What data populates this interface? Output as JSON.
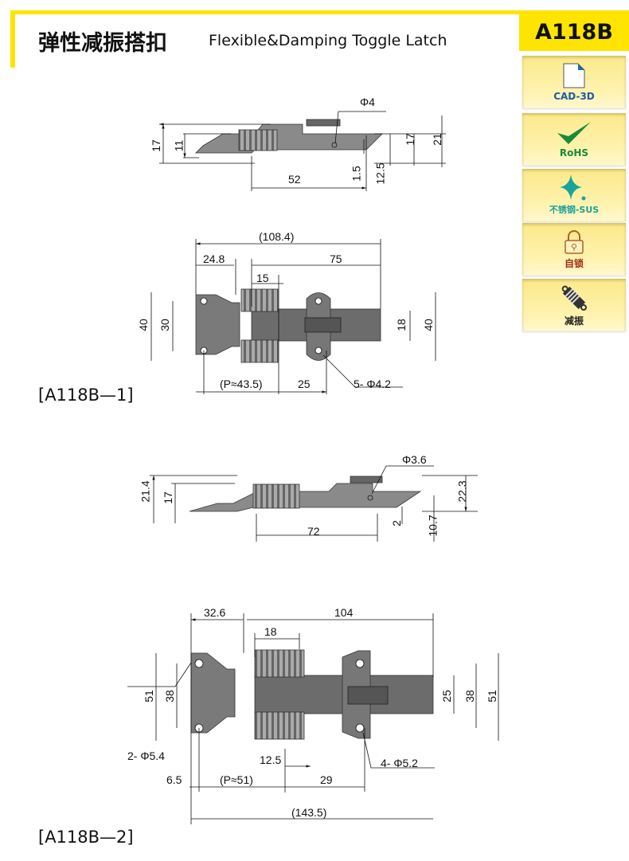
{
  "header": {
    "title_cn": "弹性减振搭扣",
    "title_en": "Flexible&Damping Toggle Latch",
    "model": "A118B"
  },
  "badges": [
    {
      "label": "CAD-3D",
      "icon": "document-icon",
      "color": "#1c5ea0"
    },
    {
      "label": "RoHS",
      "icon": "checkmark-icon",
      "color": "#1a8a3a"
    },
    {
      "label": "不锈钢-SUS",
      "icon": "sparkle-icon",
      "color": "#1aa39a"
    },
    {
      "label": "自锁",
      "icon": "padlock-icon",
      "color": "#a0301a"
    },
    {
      "label": "减振",
      "icon": "shock-absorber-icon",
      "color": "#222222"
    }
  ],
  "variants": [
    {
      "label": "[A118B—1]",
      "side_dims": {
        "hole": "Φ4",
        "h17a": "17",
        "h11": "11",
        "len52": "52",
        "d1_5": "1.5",
        "d12_5": "12.5",
        "h17b": "17",
        "h21": "21"
      },
      "top_dims": {
        "overall": "(108.4)",
        "d24_8": "24.8",
        "d75": "75",
        "d15": "15",
        "h40a": "40",
        "h30": "30",
        "h18": "18",
        "h40b": "40",
        "pitch": "(P≈43.5)",
        "d25": "25",
        "holes": "5- Φ4.2"
      }
    },
    {
      "label": "[A118B—2]",
      "side_dims": {
        "hole": "Φ3.6",
        "h21_4": "21.4",
        "h17": "17",
        "h22_3": "22.3",
        "len72": "72",
        "d2": "2",
        "d10_7": "10.7"
      },
      "top_dims": {
        "d32_6": "32.6",
        "d104": "104",
        "d18": "18",
        "h51a": "51",
        "h38a": "38",
        "h25": "25",
        "h38b": "38",
        "h51b": "51",
        "holes_a": "2- Φ5.4",
        "d12_5": "12.5",
        "d6_5": "6.5",
        "pitch": "(P≈51)",
        "d29": "29",
        "holes_b": "4- Φ5.2",
        "overall": "(143.5)"
      }
    }
  ]
}
